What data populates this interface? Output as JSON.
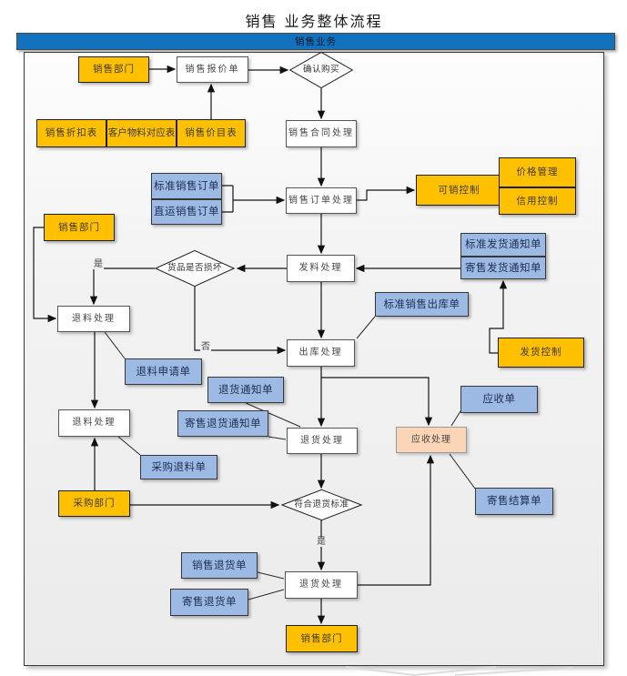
{
  "title": "销售 业务整体流程",
  "banner": {
    "label": "销售业务"
  },
  "colors": {
    "banner": "#1272BE",
    "orange": "#FFC000",
    "docblue": "#9DBAE4",
    "peach": "#FBD5B5"
  },
  "edge_labels": {
    "damaged_yes": "是",
    "damaged_no": "否",
    "standard_yes": "是"
  },
  "nodes": {
    "dept_sales_top": {
      "label": "销售部门"
    },
    "sales_quote": {
      "label": "销售报价单"
    },
    "confirm_purchase": {
      "label": "确认购买"
    },
    "sales_discount_table": {
      "label": "销售折扣表"
    },
    "customer_material_table": {
      "label": "客户物料对应表"
    },
    "sales_price_list": {
      "label": "销售价目表"
    },
    "sales_contract": {
      "label": "销售合同处理"
    },
    "std_sales_order": {
      "label": "标准销售订单"
    },
    "direct_sales_order": {
      "label": "直运销售订单"
    },
    "sales_order_process": {
      "label": "销售订单处理"
    },
    "sellable_control": {
      "label": "可销控制"
    },
    "price_mgmt": {
      "label": "价格管理"
    },
    "credit_control": {
      "label": "信用控制"
    },
    "dept_sales_left": {
      "label": "销售部门"
    },
    "goods_damaged": {
      "label": "货品是否损坏"
    },
    "material_issue": {
      "label": "发料处理"
    },
    "std_ship_notice": {
      "label": "标准发货通知单"
    },
    "consign_ship_notice": {
      "label": "寄售发货通知单"
    },
    "material_return_1": {
      "label": "退料处理"
    },
    "outbound_process": {
      "label": "出库处理"
    },
    "std_sales_outbound": {
      "label": "标准销售出库单"
    },
    "ship_control": {
      "label": "发货控制"
    },
    "material_return_request": {
      "label": "退料申请单"
    },
    "return_notice": {
      "label": "退货通知单"
    },
    "consign_return_notice": {
      "label": "寄售退货通知单"
    },
    "material_return_2": {
      "label": "退料处理"
    },
    "receivable_doc": {
      "label": "应收单"
    },
    "return_process_mid": {
      "label": "退货处理"
    },
    "receivable_process": {
      "label": "应收处理"
    },
    "purchase_return_doc": {
      "label": "采购退料单"
    },
    "consign_settlement": {
      "label": "寄售结算单"
    },
    "dept_purchase": {
      "label": "采购部门"
    },
    "return_standard": {
      "label": "符合退货标准"
    },
    "sales_return_doc": {
      "label": "销售退货单"
    },
    "consign_return_doc": {
      "label": "寄售退货单"
    },
    "return_process_bottom": {
      "label": "退货处理"
    },
    "dept_sales_bottom": {
      "label": "销售部门"
    }
  }
}
